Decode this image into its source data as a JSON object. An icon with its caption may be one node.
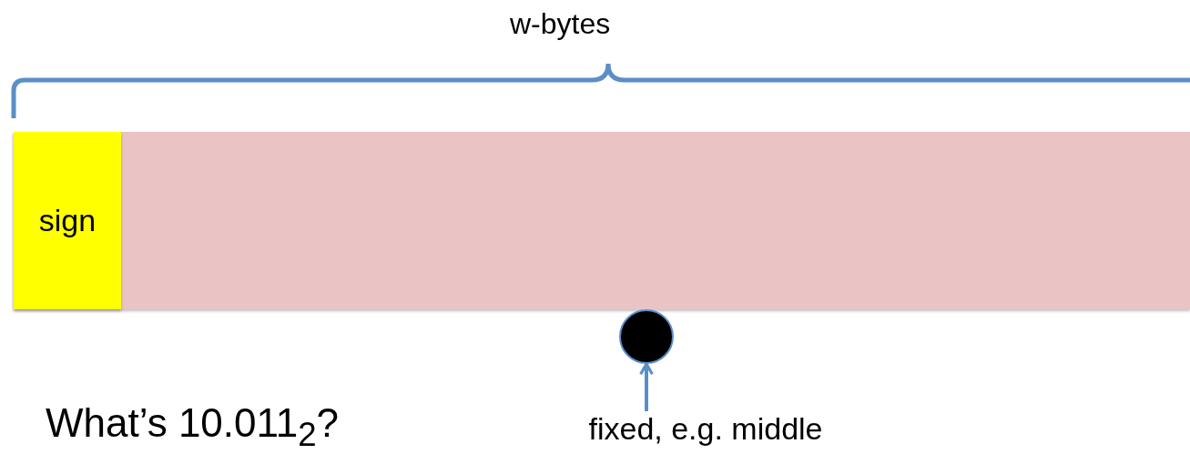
{
  "diagram": {
    "nodes": [
      {
        "text": [],
        "shape": "bar"
      },
      {
        "text": [
          "sign"
        ],
        "in": 0
      },
      {
        "text": [],
        "shape": "circle"
      },
      {
        "text": [
          "fixed, e.g. middle"
        ]
      }
    ],
    "edges": [
      {
        "from": 3,
        "to": 2,
        "arrow": "to"
      }
    ],
    "labels": [
      "w-bytes",
      "What’s 10.011$_{2}$?"
    ]
  }
}
